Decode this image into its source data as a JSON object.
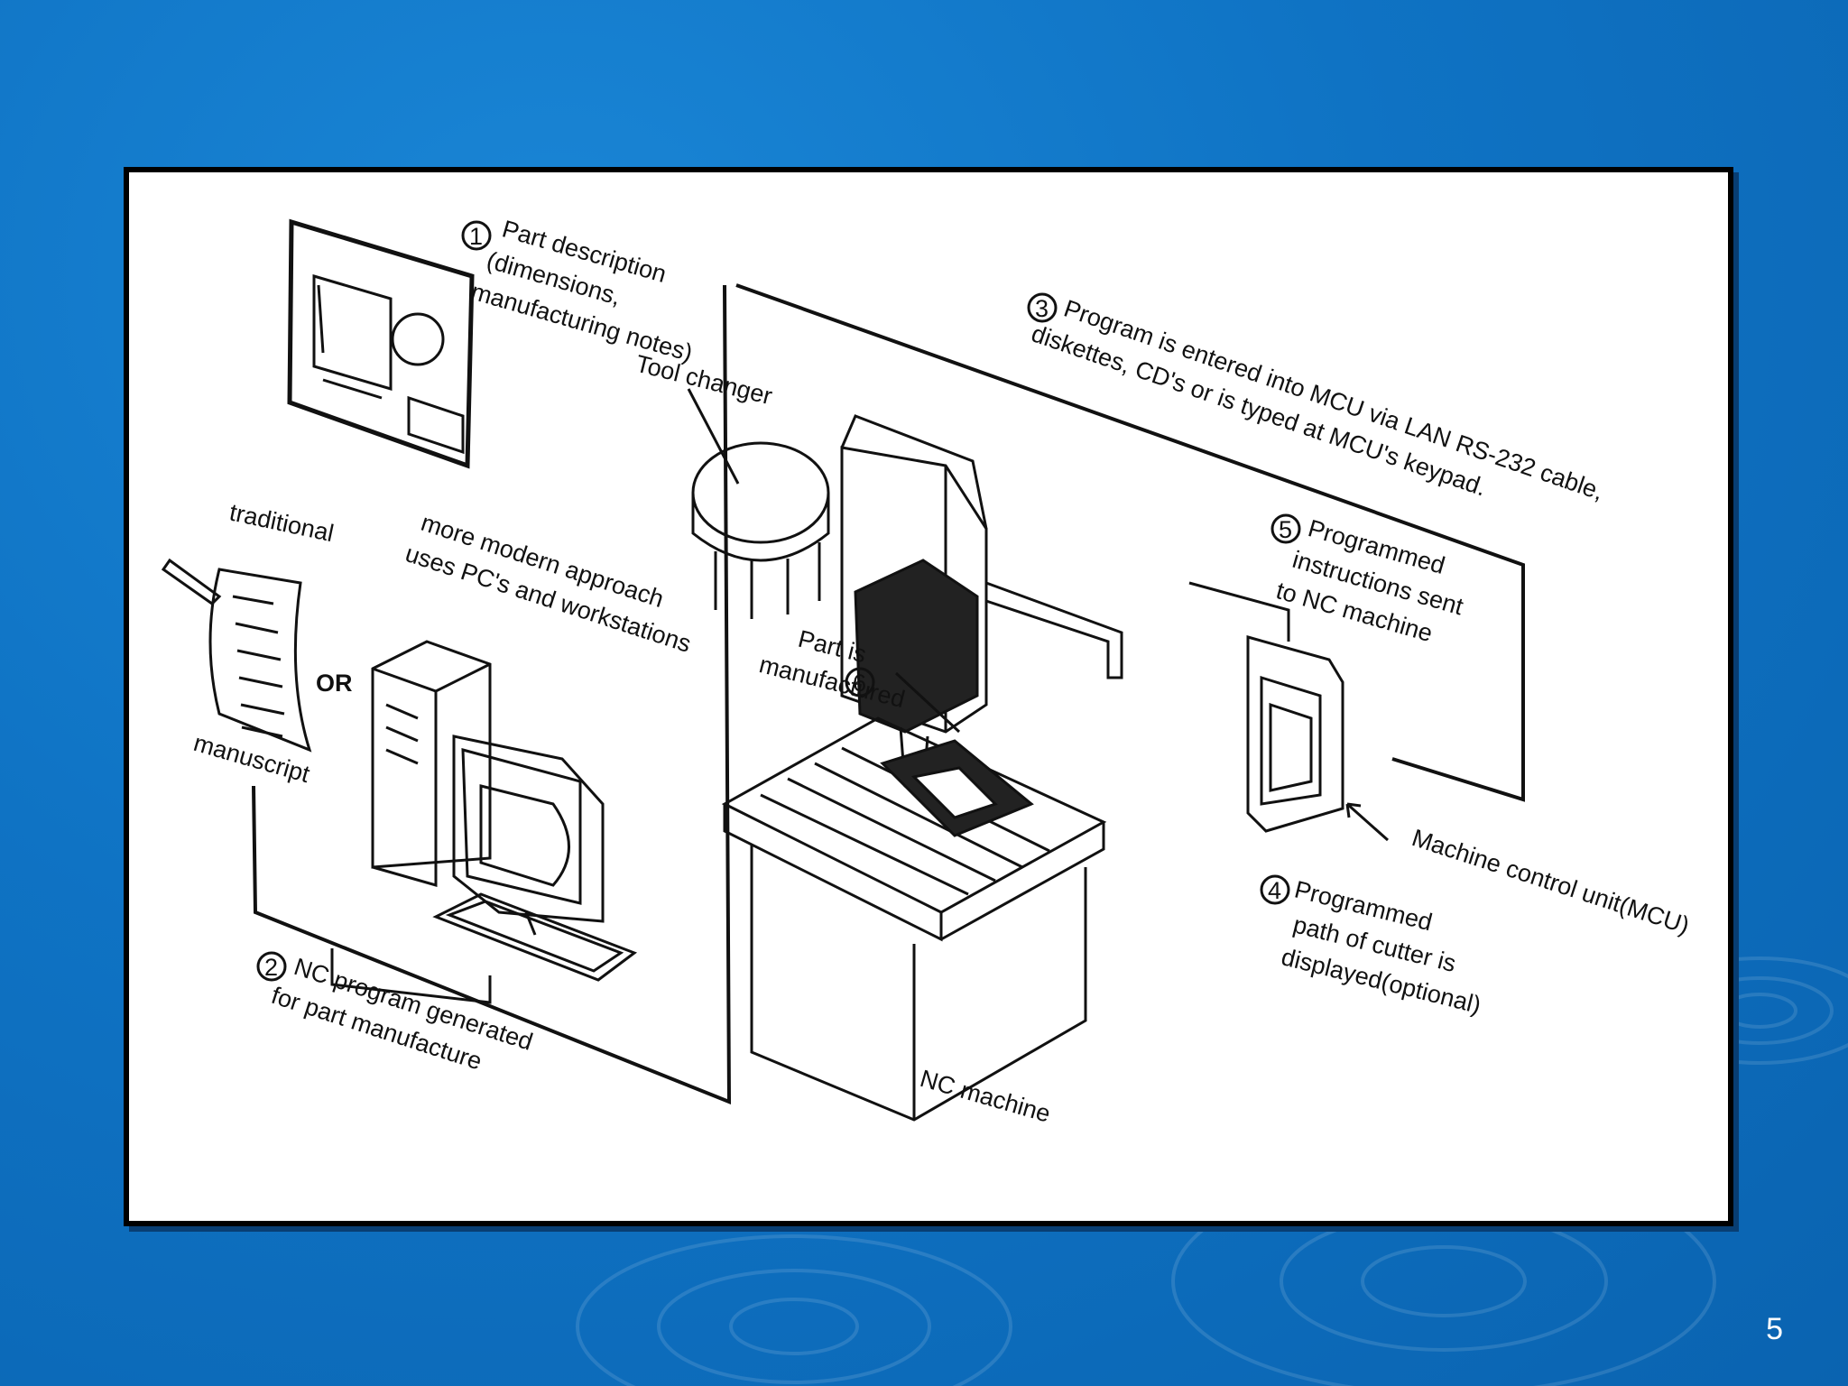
{
  "slide": {
    "page_number": "5",
    "background_color": "#0f73c4",
    "panel_color": "#ffffff"
  },
  "diagram": {
    "step1": {
      "number": "1",
      "line1": "Part description",
      "line2": "(dimensions,",
      "line3": "manufacturing notes)"
    },
    "step2": {
      "number": "2",
      "line1": "NC program generated",
      "line2": "for part manufacture"
    },
    "step3": {
      "number": "3",
      "line1": "Program is entered into MCU via LAN RS-232 cable,",
      "line2": "diskettes, CD's or is typed at MCU's keypad."
    },
    "step4": {
      "number": "4",
      "line1": "Programmed",
      "line2": "path of cutter is",
      "line3": "displayed(optional)"
    },
    "step5": {
      "number": "5",
      "line1": "Programmed",
      "line2": "instructions sent",
      "line3": "to NC machine"
    },
    "step6": {
      "number": "6",
      "line1": "Part is",
      "line2": "manufactured"
    },
    "labels": {
      "traditional": "traditional",
      "manuscript": "manuscript",
      "or": "OR",
      "modern1": "more modern approach",
      "modern2": "uses PC's and workstations",
      "tool_changer": "Tool changer",
      "mcu": "Machine control unit(MCU)",
      "nc_machine": "NC machine"
    }
  }
}
